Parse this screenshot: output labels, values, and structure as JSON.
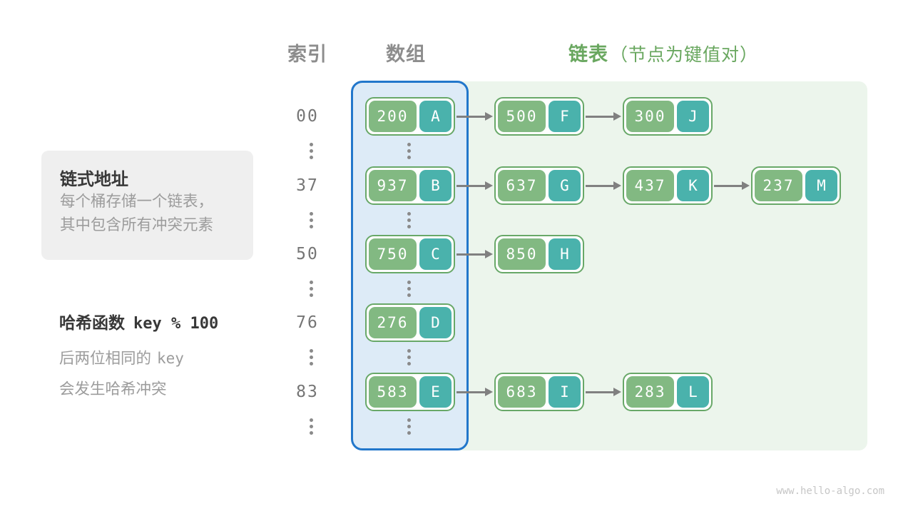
{
  "headers": {
    "index": "索引",
    "array": "数组",
    "list": "链表",
    "list_note": "（节点为键值对）"
  },
  "notes": {
    "box": {
      "title": "链式地址",
      "lines": [
        "每个桶存储一个链表，",
        "其中包含所有冲突元素"
      ]
    },
    "hash": {
      "title": "哈希函数",
      "code": "key % 100",
      "line1": "后两位相同的",
      "line1_code": "key",
      "line2": "会发生哈希冲突"
    }
  },
  "rows": [
    {
      "index": "00",
      "nodes": [
        {
          "key": "200",
          "value": "A"
        },
        {
          "key": "500",
          "value": "F"
        },
        {
          "key": "300",
          "value": "J"
        }
      ]
    },
    {
      "index": "37",
      "nodes": [
        {
          "key": "937",
          "value": "B"
        },
        {
          "key": "637",
          "value": "G"
        },
        {
          "key": "437",
          "value": "K"
        },
        {
          "key": "237",
          "value": "M"
        }
      ]
    },
    {
      "index": "50",
      "nodes": [
        {
          "key": "750",
          "value": "C"
        },
        {
          "key": "850",
          "value": "H"
        }
      ]
    },
    {
      "index": "76",
      "nodes": [
        {
          "key": "276",
          "value": "D"
        }
      ]
    },
    {
      "index": "83",
      "nodes": [
        {
          "key": "583",
          "value": "E"
        },
        {
          "key": "683",
          "value": "I"
        },
        {
          "key": "283",
          "value": "L"
        }
      ]
    }
  ],
  "colors": {
    "key_green": "#82b982",
    "value_teal": "#4ab2ac",
    "node_border": "#68a868",
    "array_fill": "#ddebf7",
    "array_border": "#2277cb",
    "list_fill": "#ecf5ec",
    "header_green": "#69a75f",
    "header_gray": "#8d8d8d",
    "arrow_gray": "#808080"
  },
  "watermark": "www.hello-algo.com"
}
